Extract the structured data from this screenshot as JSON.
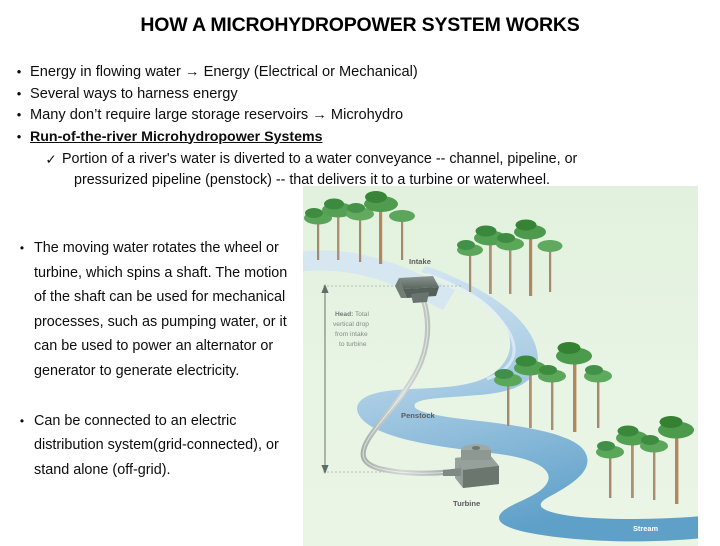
{
  "slide": {
    "title": "HOW A MICROHYDROPOWER SYSTEM WORKS"
  },
  "bullets": {
    "marker": "•",
    "sub_marker": "✓",
    "items": [
      {
        "text": "Energy in flowing water → Energy (Electrical  or Mechanical)",
        "emphasis": false
      },
      {
        "text": "Several ways to harness energy",
        "emphasis": false
      },
      {
        "text": "Many don’t require large storage reservoirs  → Microhydro",
        "emphasis": false
      },
      {
        "text": "Run-of-the-river Microhydropower Systems",
        "emphasis": true
      }
    ],
    "sub_item": {
      "line1": "Portion of a river's water is diverted to a water conveyance -- channel, pipeline, or",
      "line2": "pressurized pipeline (penstock) -- that delivers it to a turbine or waterwheel."
    }
  },
  "body": {
    "marker": "•",
    "paragraphs": [
      "The moving water rotates the wheel or turbine, which spins a shaft. The motion of the shaft can be used for mechanical processes, such as pumping water, or it can be used to power an alternator or generator to generate electricity.",
      "Can be connected to an electric distribution system(grid-connected), or stand alone (off-grid)."
    ]
  },
  "diagram": {
    "labels": {
      "intake": "Intake",
      "penstock": "Penstock",
      "turbine": "Turbine",
      "stream": "Stream",
      "head_title": "Head:",
      "head_line1": "Total",
      "head_line2": "vertical drop",
      "head_line3": "from intake",
      "head_line4": "to turbine"
    },
    "colors": {
      "background_top": "#e4f2e0",
      "background_bottom": "#e9f4e4",
      "river_light": "#cfe1ee",
      "river_dark": "#6ea9cf",
      "penstock": "#b9bfbb",
      "turbine_body": "#7f8a85",
      "tree_canopy": "#4e9a4e",
      "tree_trunk": "#b09070",
      "label_text": "#5c5c5c"
    }
  }
}
